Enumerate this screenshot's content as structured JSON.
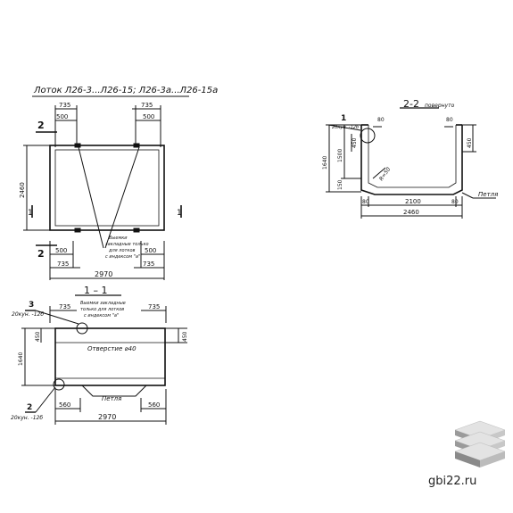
{
  "title": "Лоток Л26-3...Л26-15; Л26-3а...Л26-15а",
  "plan": {
    "dim_top_left": "735",
    "dim_top_left_inner": "500",
    "dim_top_right": "735",
    "dim_top_right_inner": "500",
    "dim_height": "2460",
    "dim_bottom_left_inner": "500",
    "dim_bottom_left": "735",
    "dim_bottom_right_inner": "500",
    "dim_bottom_right": "735",
    "dim_total": "2970",
    "section_2_top": "2",
    "section_2_bottom": "2",
    "section_1_left": "1",
    "section_1_right": "1",
    "note": [
      "Выемки",
      "закладные только",
      "для лотков",
      "с индексом \"а\""
    ]
  },
  "section_1_1": {
    "title": "1 – 1",
    "callout_3": "3",
    "callout_3_label": "20кун. -12б",
    "callout_2": "2",
    "callout_2_label": "20кун. -12б",
    "dim_735_left": "735",
    "dim_735_right": "735",
    "dim_450_left": "450",
    "dim_450_right": "450",
    "dim_1640": "1640",
    "dim_560_left": "560",
    "dim_560_right": "560",
    "dim_total": "2970",
    "hole_label": "Отверстие ⌀40",
    "loop_label": "Петля",
    "note": [
      "Выемки закладные",
      "только для лотков",
      "с индексом \"а\""
    ]
  },
  "section_2_2": {
    "title": "2-2",
    "title_note": "повернуто",
    "callout_1": "1",
    "callout_1_label": "20кун. -12б",
    "dim_80_top": "80",
    "dim_80_top_right": "80",
    "dim_450_left": "450",
    "dim_450_right": "450",
    "dim_1640": "1640",
    "dim_1500": "1500",
    "dim_150": "150",
    "dim_r50": "R=50",
    "dim_80_left": "80",
    "dim_2100": "2100",
    "dim_80_right": "80",
    "dim_2460": "2460",
    "loop_label": "Петля"
  },
  "watermark": "gbi22.ru"
}
